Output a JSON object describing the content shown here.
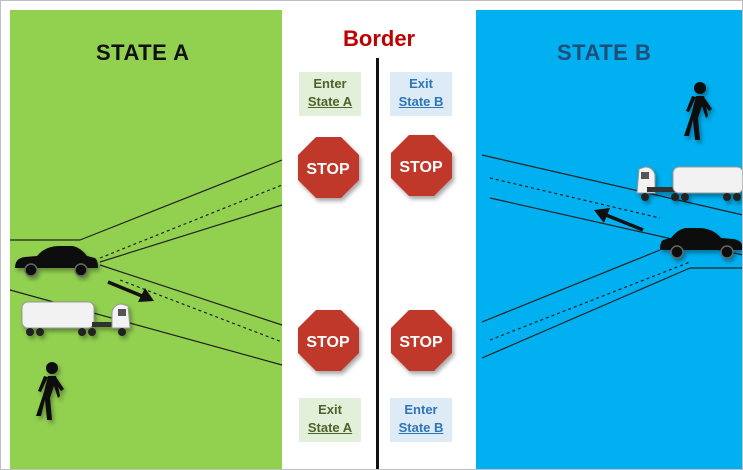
{
  "diagram": {
    "state_a_title": "STATE A",
    "state_b_title": "STATE B",
    "border_title": "Border",
    "colors": {
      "state_a_bg": "#92d050",
      "state_b_bg": "#00b0f0",
      "border_title": "#c00000",
      "stop_sign": "#c0392b"
    },
    "stop_signs": [
      {
        "label": "STOP"
      },
      {
        "label": "STOP"
      },
      {
        "label": "STOP"
      },
      {
        "label": "STOP"
      }
    ],
    "gates": [
      {
        "line1": "Enter",
        "line2": "State A"
      },
      {
        "line1": "Exit",
        "line2": "State B"
      },
      {
        "line1": "Exit",
        "line2": "State A"
      },
      {
        "line1": "Enter",
        "line2": "State B"
      }
    ],
    "icons": [
      "car-icon",
      "truck-icon",
      "pedestrian-icon",
      "arrow-icon",
      "octagon-stop-icon"
    ]
  }
}
